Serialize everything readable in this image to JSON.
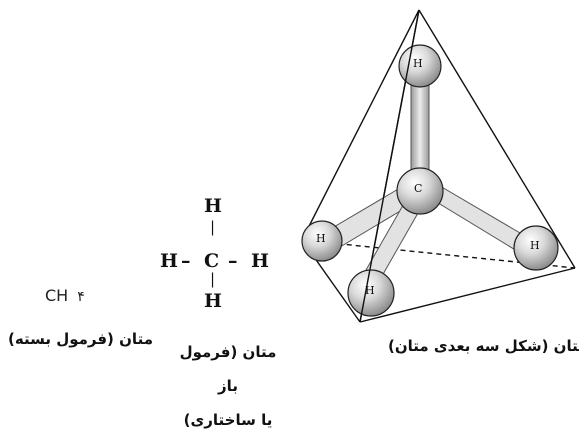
{
  "closed_formula": {
    "main": "CH",
    "sub": "۴"
  },
  "structural_formula": {
    "center": "C",
    "top": "H",
    "bottom": "H",
    "left": "H",
    "right": "H",
    "bond_h": "–",
    "bond_v": "|"
  },
  "model_3d": {
    "center_atom": "C",
    "h_atoms": [
      "H",
      "H",
      "H",
      "H"
    ]
  },
  "captions": {
    "closed": "متان (فرمول بسته)",
    "open_line1": "متان (فرمول باز",
    "open_line2": "یا ساختاری)",
    "three_d": "متان (شکل سه بعدی متان)"
  }
}
